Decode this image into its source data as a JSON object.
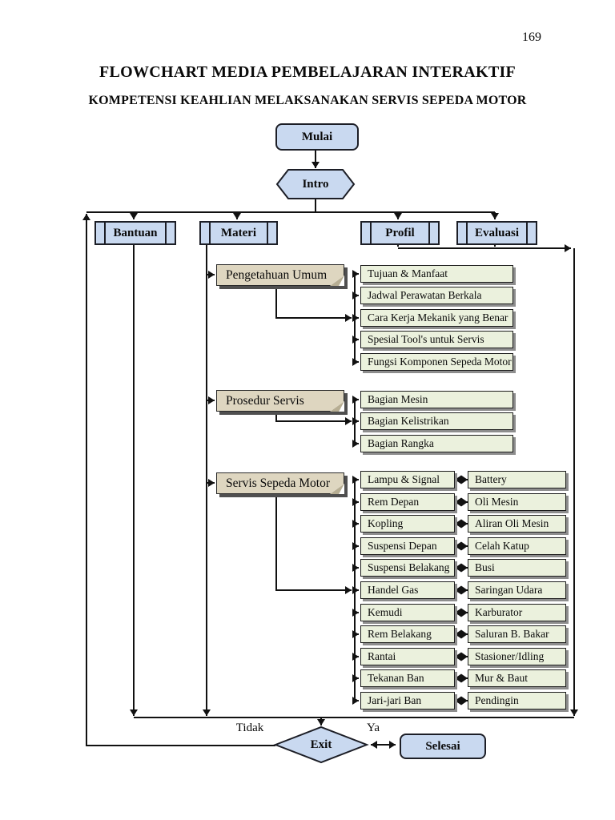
{
  "page": {
    "number": "169"
  },
  "titles": {
    "line1": "FLOWCHART MEDIA PEMBELAJARAN INTERAKTIF",
    "line2": "KOMPETENSI KEAHLIAN MELAKSANAKAN SERVIS SEPEDA MOTOR"
  },
  "flow": {
    "start_label": "Mulai",
    "intro_label": "Intro",
    "menu": [
      "Bantuan",
      "Materi",
      "Profil",
      "Evaluasi"
    ],
    "sections": [
      {
        "title": "Pengetahuan Umum",
        "items": [
          "Tujuan & Manfaat",
          "Jadwal Perawatan Berkala",
          "Cara Kerja Mekanik yang Benar",
          "Spesial Tool's untuk Servis",
          "Fungsi Komponen Sepeda Motor"
        ]
      },
      {
        "title": "Prosedur Servis",
        "items": [
          "Bagian Mesin",
          "Bagian Kelistrikan",
          "Bagian Rangka"
        ]
      },
      {
        "title": "Servis Sepeda Motor",
        "items_left": [
          "Lampu & Signal",
          "Rem Depan",
          "Kopling",
          "Suspensi Depan",
          "Suspensi Belakang",
          "Handel Gas",
          "Kemudi",
          "Rem Belakang",
          "Rantai",
          "Tekanan Ban",
          "Jari-jari Ban"
        ],
        "items_right": [
          "Battery",
          "Oli Mesin",
          "Aliran Oli Mesin",
          "Celah Katup",
          "Busi",
          "Saringan Udara",
          "Karburator",
          "Saluran B. Bakar",
          "Stasioner/Idling",
          "Mur & Baut",
          "Pendingin"
        ]
      }
    ],
    "decision_label": "Exit",
    "no_label": "Tidak",
    "yes_label": "Ya",
    "end_label": "Selesai"
  },
  "colors": {
    "node_fill": "#c9d9f0",
    "section_fill": "#ded6c0",
    "item_fill": "#ebf1dd",
    "line": "#111111"
  }
}
